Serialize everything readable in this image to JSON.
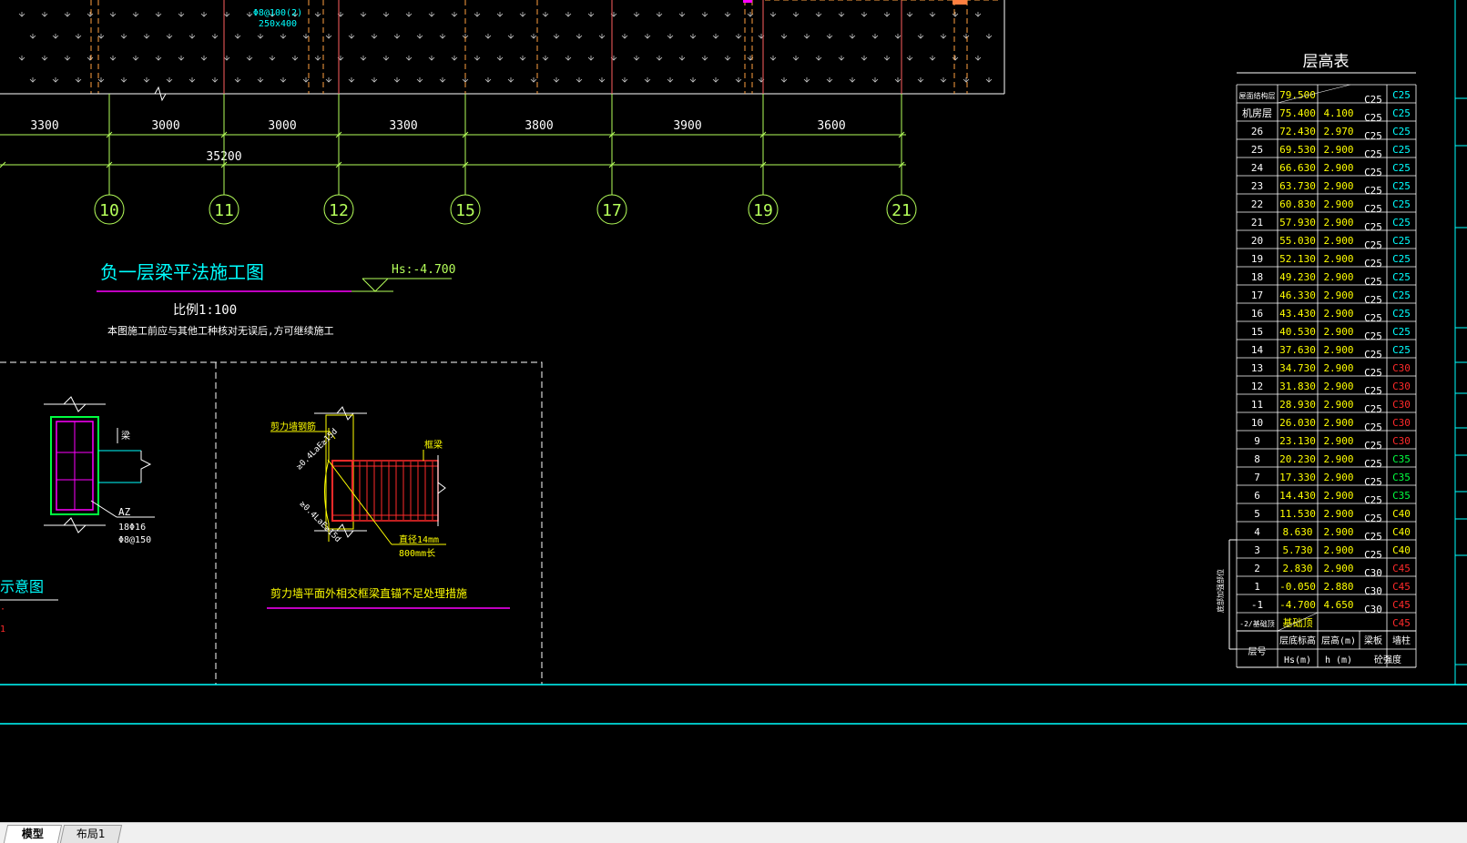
{
  "dimensions": {
    "spans": [
      "3300",
      "3000",
      "3000",
      "3300",
      "3800",
      "3900",
      "3600"
    ],
    "total": "35200"
  },
  "axis_labels": [
    "10",
    "11",
    "12",
    "15",
    "17",
    "19",
    "21"
  ],
  "beam_note": {
    "line1": "Φ8@100(2)",
    "line2": "250x400"
  },
  "plan_title": "负一层梁平法施工图",
  "elevation_mark": "Hs:-4.700",
  "scale": "比例1:100",
  "note": "本图施工前应与其他工种核对无误后,方可继续施工",
  "left_clip_title": "示意图",
  "column_detail": {
    "label_beam": "梁",
    "tag": "AZ",
    "rebar1": "18Φ16",
    "rebar2": "Φ8@150"
  },
  "wall_detail": {
    "label_wall": "剪力墙钢筋",
    "label_beam": "框梁",
    "anchor1": "≥0.4LaE≥15d",
    "anchor2": "≥0.4LaE≥15d",
    "rebar1": "直径14mm",
    "rebar2": "800mm长",
    "caption": "剪力墙平面外相交框梁直锚不足处理措施"
  },
  "floor_table": {
    "title": "层高表",
    "rows": [
      [
        "屋面结构层",
        "79.500",
        "",
        "C25",
        "C25"
      ],
      [
        "机房层",
        "75.400",
        "4.100",
        "C25",
        "C25"
      ],
      [
        "26",
        "72.430",
        "2.970",
        "C25",
        "C25"
      ],
      [
        "25",
        "69.530",
        "2.900",
        "C25",
        "C25"
      ],
      [
        "24",
        "66.630",
        "2.900",
        "C25",
        "C25"
      ],
      [
        "23",
        "63.730",
        "2.900",
        "C25",
        "C25"
      ],
      [
        "22",
        "60.830",
        "2.900",
        "C25",
        "C25"
      ],
      [
        "21",
        "57.930",
        "2.900",
        "C25",
        "C25"
      ],
      [
        "20",
        "55.030",
        "2.900",
        "C25",
        "C25"
      ],
      [
        "19",
        "52.130",
        "2.900",
        "C25",
        "C25"
      ],
      [
        "18",
        "49.230",
        "2.900",
        "C25",
        "C25"
      ],
      [
        "17",
        "46.330",
        "2.900",
        "C25",
        "C25"
      ],
      [
        "16",
        "43.430",
        "2.900",
        "C25",
        "C25"
      ],
      [
        "15",
        "40.530",
        "2.900",
        "C25",
        "C25"
      ],
      [
        "14",
        "37.630",
        "2.900",
        "C25",
        "C25"
      ],
      [
        "13",
        "34.730",
        "2.900",
        "C25",
        "C30"
      ],
      [
        "12",
        "31.830",
        "2.900",
        "C25",
        "C30"
      ],
      [
        "11",
        "28.930",
        "2.900",
        "C25",
        "C30"
      ],
      [
        "10",
        "26.030",
        "2.900",
        "C25",
        "C30"
      ],
      [
        "9",
        "23.130",
        "2.900",
        "C25",
        "C30"
      ],
      [
        "8",
        "20.230",
        "2.900",
        "C25",
        "C35"
      ],
      [
        "7",
        "17.330",
        "2.900",
        "C25",
        "C35"
      ],
      [
        "6",
        "14.430",
        "2.900",
        "C25",
        "C35"
      ],
      [
        "5",
        "11.530",
        "2.900",
        "C25",
        "C40"
      ],
      [
        "4",
        "8.630",
        "2.900",
        "C25",
        "C40"
      ],
      [
        "3",
        "5.730",
        "2.900",
        "C25",
        "C40"
      ],
      [
        "2",
        "2.830",
        "2.900",
        "C30",
        "C45"
      ],
      [
        "1",
        "-0.050",
        "2.880",
        "C30",
        "C45"
      ],
      [
        "-1",
        "-4.700",
        "4.650",
        "C30",
        "C45"
      ],
      [
        "-2/基础顶",
        "基础顶",
        "",
        "",
        "C45"
      ]
    ],
    "side_label": "底部加强部位",
    "header": [
      "层号",
      "层底标高",
      "层高(m)",
      "梁板",
      "墙柱"
    ],
    "header2": [
      "",
      "Hs(m)",
      "h (m)",
      "",
      "砼强度"
    ]
  },
  "tabs": {
    "model": "模型",
    "layout": "布局1"
  },
  "colors": {
    "bg": "#000000",
    "axis": "#b5ff5a",
    "dim_text": "#ffffff",
    "cyan": "#00ffff",
    "yellow": "#ffff00",
    "magenta": "#ff00ff",
    "red": "#ff2a2a",
    "green": "#00ff40",
    "orange": "#ffa040"
  }
}
